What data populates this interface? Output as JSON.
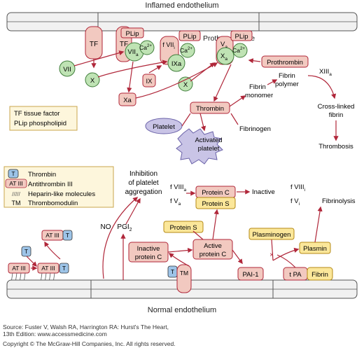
{
  "colors": {
    "arrow": "#b0273a",
    "green_fill": "#bfe3b4",
    "green_stroke": "#3f7d3a",
    "pink_fill": "#f2c9c0",
    "pink_stroke": "#b0273a",
    "yellow_fill": "#fbe79a",
    "yellow_stroke": "#b58a16",
    "blue_fill": "#9dc4e8",
    "purple_fill": "#c9c4e6",
    "purple_stroke": "#6a62a8",
    "box_fill": "#fdf6dc",
    "box_stroke": "#c9a64c",
    "membrane_fill": "#f1f1f1",
    "membrane_stroke": "#555555"
  },
  "top": {
    "endothelium_label": "Inflamed endothelium",
    "prothrombinase_label": "Prothrombinase",
    "tf1": "TF",
    "tf2": "TF",
    "plip1": "PLip",
    "plip2": "PLip",
    "plip3": "PLip",
    "fvii_a": "f VII",
    "fvii_a_sub": "i",
    "viia": "VII",
    "viia_sub": "a",
    "ca1": "Ca",
    "ca2": "Ca",
    "ca3": "Ca",
    "ca_sup": "2+",
    "ixa": "IXa",
    "va": "V",
    "va_sub": "a",
    "xa_complex": "X",
    "xa_complex_sub": "a",
    "vii": "VII",
    "x1": "X",
    "ix": "IX",
    "x2": "X",
    "xa": "Xa",
    "prothrombin": "Prothrombin",
    "thrombin": "Thrombin",
    "platelet": "Platelet",
    "activated_platelet_l1": "Activated",
    "activated_platelet_l2": "platelet",
    "fibrinogen": "Fibrinogen",
    "fibrin_monomer_l1": "Fibrin",
    "fibrin_monomer_l2": "monomer",
    "fibrin_polymer_l1": "Fibrin",
    "fibrin_polymer_l2": "polymer",
    "xiiia": "XIII",
    "xiiia_sub": "a",
    "crosslinked_l1": "Cross-linked",
    "crosslinked_l2": "fibrin",
    "thrombosis": "Thrombosis"
  },
  "legend_top": {
    "line1": "TF tissue factor",
    "line2": "PLip phospholipid"
  },
  "legend_bottom": {
    "items": [
      {
        "key": "T",
        "label": "Thrombin"
      },
      {
        "key": "AT III",
        "label": "Antithrombin III"
      },
      {
        "key": "/////",
        "label": "Heparin-like molecules"
      },
      {
        "key": "TM",
        "label": "Thrombomodulin"
      }
    ]
  },
  "bottom": {
    "inhibition_l1": "Inhibition",
    "inhibition_l2": "of platelet",
    "inhibition_l3": "aggregation",
    "no": "NO",
    "pgi": "PGI",
    "pgi_sub": "2",
    "fviiia": "f VIII",
    "fviiia_sub": "a",
    "fva": "f V",
    "fva_sub": "a",
    "protein_c": "Protein C",
    "protein_s": "Protein S",
    "inactive": "Inactive",
    "fviiii": "f VIII",
    "fviiii_sub": "i",
    "fvi": "f V",
    "fvi_sub": "i",
    "fibrinolysis": "Fibrinolysis",
    "protein_s2": "Protein S",
    "plasminogen": "Plasminogen",
    "inactive_pc_l1": "Inactive",
    "inactive_pc_l2": "protein C",
    "active_pc_l1": "Active",
    "active_pc_l2": "protein C",
    "plasmin": "Plasmin",
    "at3_a": "AT III",
    "t_a": "T",
    "t_b": "T",
    "at3_b": "AT III",
    "at3_c": "AT III",
    "t_c": "T",
    "t_tm": "T",
    "tm": "TM",
    "pai": "PAI-1",
    "tpa": "t PA",
    "fibrin": "Fibrin",
    "endothelium_label": "Normal endothelium"
  },
  "source": {
    "line1": "Source: Fuster V, Walsh RA, Harrington RA: Hurst's The Heart,",
    "line2": "13th Edition: www.accessmedicine.com",
    "line3": "Copyright © The McGraw-Hill Companies, Inc. All rights reserved."
  }
}
